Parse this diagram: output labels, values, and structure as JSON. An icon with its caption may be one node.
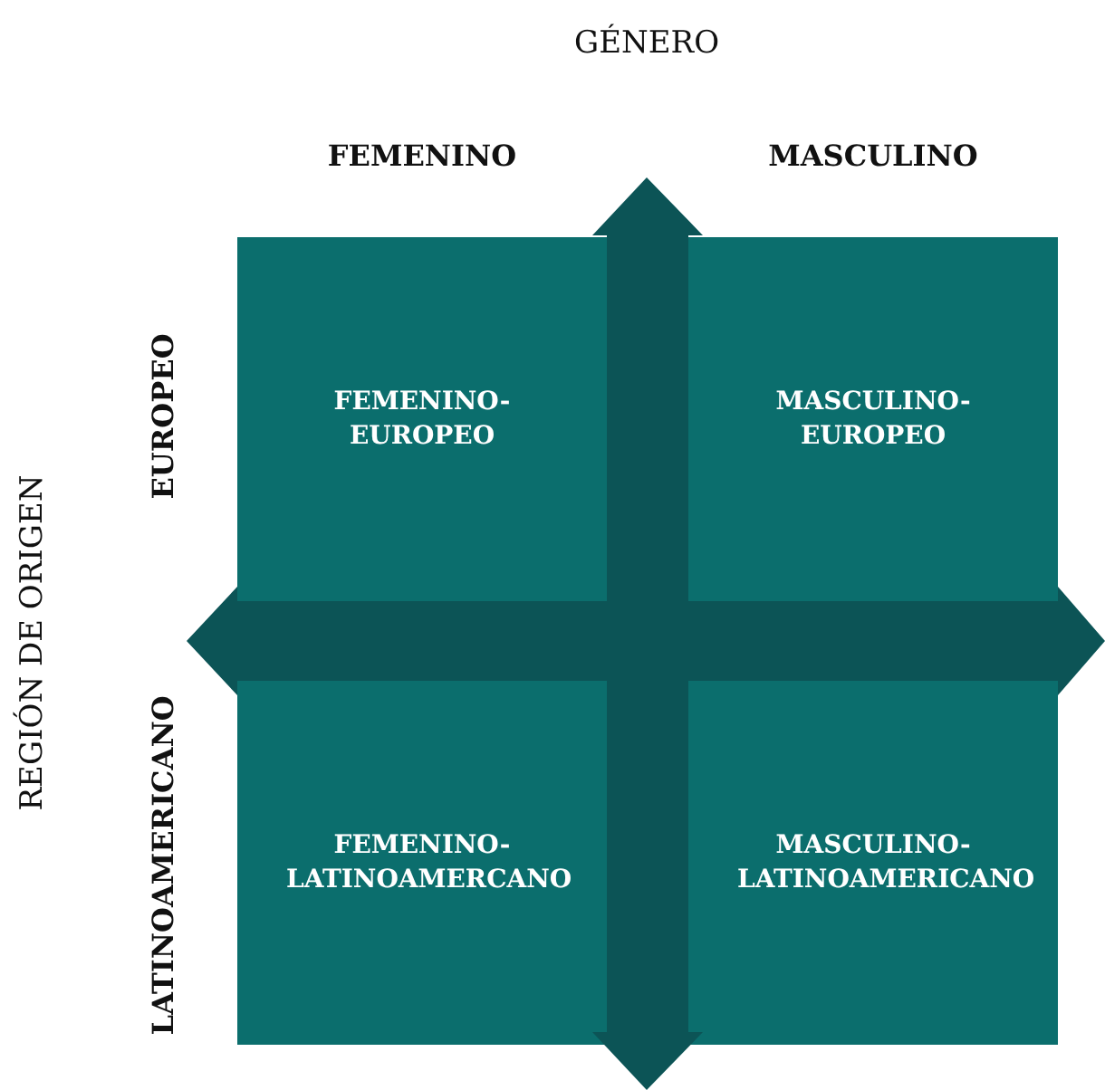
{
  "diagram": {
    "nodes": [
      {
        "text": [
          "FEMENINO-EUROPEO"
        ]
      },
      {
        "text": [
          "MASCULINO-EUROPEO"
        ]
      },
      {
        "text": [
          "FEMENINO-LATINOAMERCANO"
        ]
      },
      {
        "text": [
          "MASCULINO-LATINOAMERICANO"
        ]
      }
    ],
    "edges": [],
    "labels": [
      "GÉNERO",
      "FEMENINO",
      "MASCULINO",
      "REGIÓN DE ORIGEN",
      "EUROPEO",
      "LATINOAMERICANO"
    ]
  }
}
